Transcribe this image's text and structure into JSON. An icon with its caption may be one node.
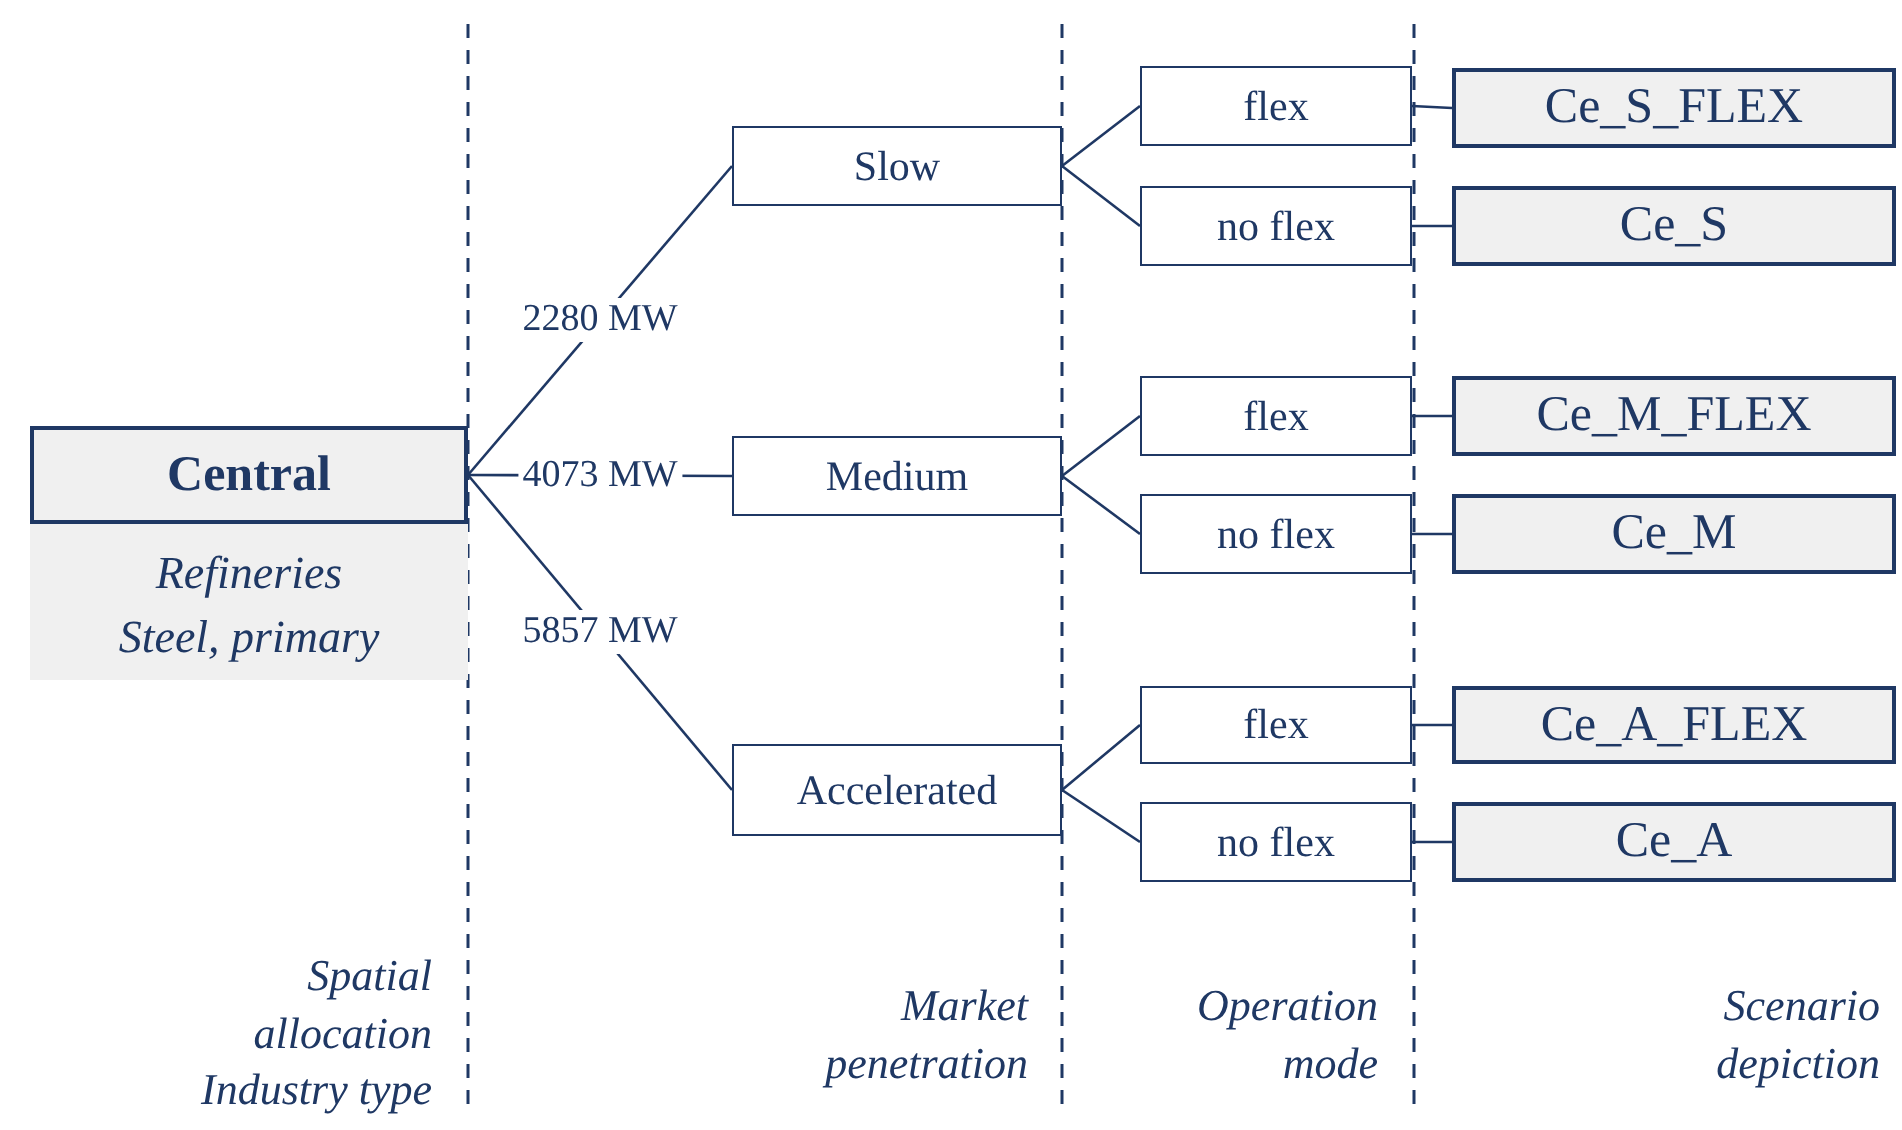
{
  "diagram": {
    "nodes": [
      {
        "text": [
          "Central",
          "Refineries Steel, primary"
        ]
      },
      {
        "text": [
          "Slow"
        ]
      },
      {
        "text": [
          "flex"
        ]
      },
      {
        "text": [
          "no flex"
        ]
      },
      {
        "text": [
          "Ce_S_FLEX"
        ]
      },
      {
        "text": [
          "Ce_S"
        ]
      },
      {
        "text": [
          "Medium"
        ]
      },
      {
        "text": [
          "flex"
        ]
      },
      {
        "text": [
          "no flex"
        ]
      },
      {
        "text": [
          "Ce_M_FLEX"
        ]
      },
      {
        "text": [
          "Ce_M"
        ]
      },
      {
        "text": [
          "Accelerated"
        ]
      },
      {
        "text": [
          "flex"
        ]
      },
      {
        "text": [
          "no flex"
        ]
      },
      {
        "text": [
          "Ce_A_FLEX"
        ]
      },
      {
        "text": [
          "Ce_A"
        ]
      }
    ],
    "edges": [
      {
        "from": 0,
        "to": 1,
        "arrow": "none",
        "label": "2280 MW"
      },
      {
        "from": 0,
        "to": 6,
        "arrow": "none",
        "label": "4073 MW"
      },
      {
        "from": 0,
        "to": 11,
        "arrow": "none",
        "label": "5857 MW"
      },
      {
        "from": 1,
        "to": 2,
        "arrow": "none"
      },
      {
        "from": 1,
        "to": 3,
        "arrow": "none"
      },
      {
        "from": 2,
        "to": 4,
        "arrow": "none"
      },
      {
        "from": 3,
        "to": 5,
        "arrow": "none"
      },
      {
        "from": 6,
        "to": 7,
        "arrow": "none"
      },
      {
        "from": 6,
        "to": 8,
        "arrow": "none"
      },
      {
        "from": 7,
        "to": 9,
        "arrow": "none"
      },
      {
        "from": 8,
        "to": 10,
        "arrow": "none"
      },
      {
        "from": 11,
        "to": 12,
        "arrow": "none"
      },
      {
        "from": 11,
        "to": 13,
        "arrow": "none"
      },
      {
        "from": 12,
        "to": 14,
        "arrow": "none"
      },
      {
        "from": 13,
        "to": 15,
        "arrow": "none"
      }
    ],
    "labels": [
      "Spatial allocation Industry type",
      "Market penetration",
      "Operation mode",
      "Scenario depiction"
    ]
  }
}
